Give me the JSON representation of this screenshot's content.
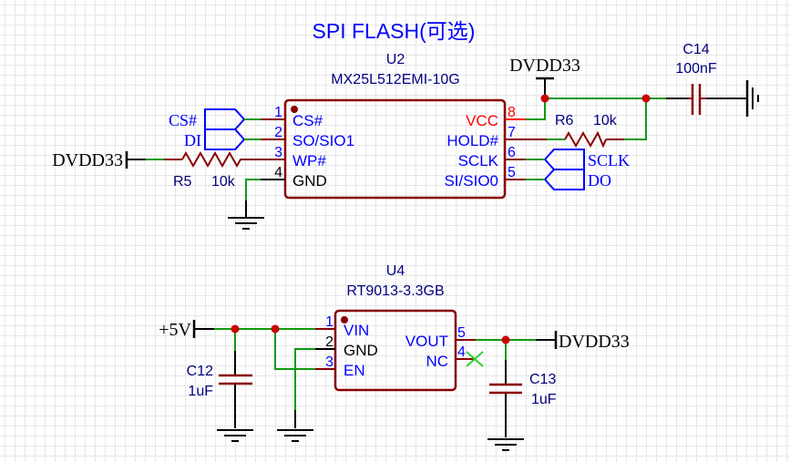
{
  "title": "SPI FLASH(可选)",
  "colors": {
    "wire": "#119911",
    "pin": "#880000",
    "body": "#880000",
    "junction": "#cc0000",
    "label_blue": "#0000ff",
    "ref_blue": "#000080",
    "power_pin": "#ff0000",
    "black": "#000000"
  },
  "u2": {
    "ref": "U2",
    "value": "MX25L512EMI-10G",
    "pins_left": [
      {
        "num": "1",
        "name": "CS#"
      },
      {
        "num": "2",
        "name": "SO/SIO1"
      },
      {
        "num": "3",
        "name": "WP#"
      },
      {
        "num": "4",
        "name": "GND"
      }
    ],
    "pins_right": [
      {
        "num": "8",
        "name": "VCC"
      },
      {
        "num": "7",
        "name": "HOLD#"
      },
      {
        "num": "6",
        "name": "SCLK"
      },
      {
        "num": "5",
        "name": "SI/SIO0"
      }
    ]
  },
  "u4": {
    "ref": "U4",
    "value": "RT9013-3.3GB",
    "pins_left": [
      {
        "num": "1",
        "name": "VIN"
      },
      {
        "num": "2",
        "name": "GND"
      },
      {
        "num": "3",
        "name": "EN"
      }
    ],
    "pins_right": [
      {
        "num": "5",
        "name": "VOUT"
      },
      {
        "num": "4",
        "name": "NC"
      }
    ]
  },
  "r5": {
    "ref": "R5",
    "value": "10k"
  },
  "r6": {
    "ref": "R6",
    "value": "10k"
  },
  "c14": {
    "ref": "C14",
    "value": "100nF"
  },
  "c12": {
    "ref": "C12",
    "value": "1uF"
  },
  "c13": {
    "ref": "C13",
    "value": "1uF"
  },
  "nets": {
    "cs": "CS#",
    "di": "DI",
    "sclk": "SCLK",
    "do": "DO",
    "dvdd_left": "DVDD33",
    "dvdd_top": "DVDD33",
    "dvdd_bottom": "DVDD33",
    "v5": "+5V"
  }
}
